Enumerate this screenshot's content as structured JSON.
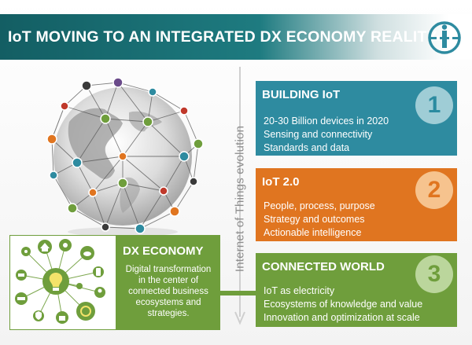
{
  "header": {
    "title": "IoT MOVING TO AN INTEGRATED DX ECONOMY REALITY",
    "logo_icon": "i-scope-logo-icon",
    "colors": {
      "bar_dark": "#135e63",
      "bar_mid": "#1e7b80"
    }
  },
  "evolution": {
    "label": "Internet of Things evolution"
  },
  "stages": [
    {
      "title": "BUILDING IoT",
      "number": "1",
      "lines": [
        "20-30 Billion devices in 2020",
        "Sensing and connectivity",
        "Standards and data"
      ],
      "color": "#2e8ba0"
    },
    {
      "title": "IoT 2.0",
      "number": "2",
      "lines": [
        "People, process, purpose",
        "Strategy and outcomes",
        "Actionable intelligence"
      ],
      "color": "#e07520"
    },
    {
      "title": "CONNECTED WORLD",
      "number": "3",
      "lines": [
        "IoT as electricity",
        "Ecosystems of knowledge and value",
        "Innovation and optimization at scale"
      ],
      "color": "#6f9e3c"
    }
  ],
  "dx": {
    "title": "DX ECONOMY",
    "lines": [
      "Digital transformation",
      "in the center of",
      "connected business",
      "ecosystems and",
      "strategies."
    ],
    "color": "#6f9e3c",
    "panel_icons": [
      "lightbulb-icon",
      "house-icon",
      "car-icon",
      "gear-icon",
      "truck-icon",
      "lock-icon",
      "shield-icon",
      "person-icon",
      "heart-icon",
      "cloud-icon",
      "phone-icon",
      "globe-icon"
    ]
  },
  "globe": {
    "icon": "network-globe-icon",
    "node_colors": [
      "#e07520",
      "#2e8ba0",
      "#6f9e3c",
      "#c0392b",
      "#3a3a3a",
      "#6a4a8a"
    ]
  }
}
